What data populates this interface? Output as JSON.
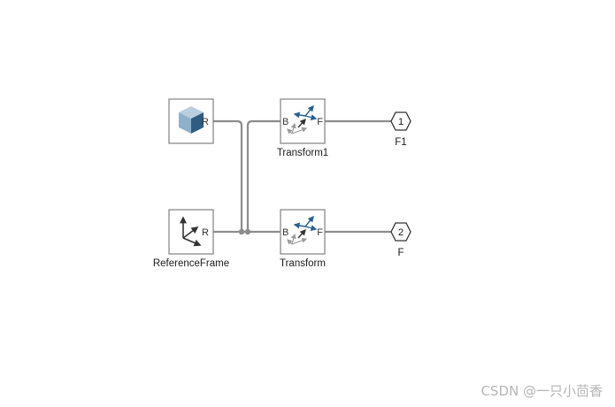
{
  "blocks": {
    "solid": {
      "port": "R"
    },
    "reference_frame": {
      "port": "R",
      "name": "ReferenceFrame"
    },
    "transform1": {
      "base_port": "B",
      "follower_port": "F",
      "name": "Transform1"
    },
    "transform": {
      "base_port": "B",
      "follower_port": "F",
      "name": "Transform"
    }
  },
  "connections": {
    "f1": {
      "number": "1",
      "label": "F1"
    },
    "f": {
      "number": "2",
      "label": "F"
    }
  },
  "watermark": "CSDN @一只小茴香",
  "icons": {
    "solid": "cube-icon",
    "reference_frame": "frame-axes-icon",
    "transform": "rigid-transform-icon"
  },
  "colors": {
    "line": "#8c8c8c",
    "block_border": "#8a8a8a",
    "cube_top": "#b9cfe0",
    "cube_left": "#8fb0ca",
    "cube_right": "#2f5c80",
    "transform_blue": "#2a6090"
  }
}
